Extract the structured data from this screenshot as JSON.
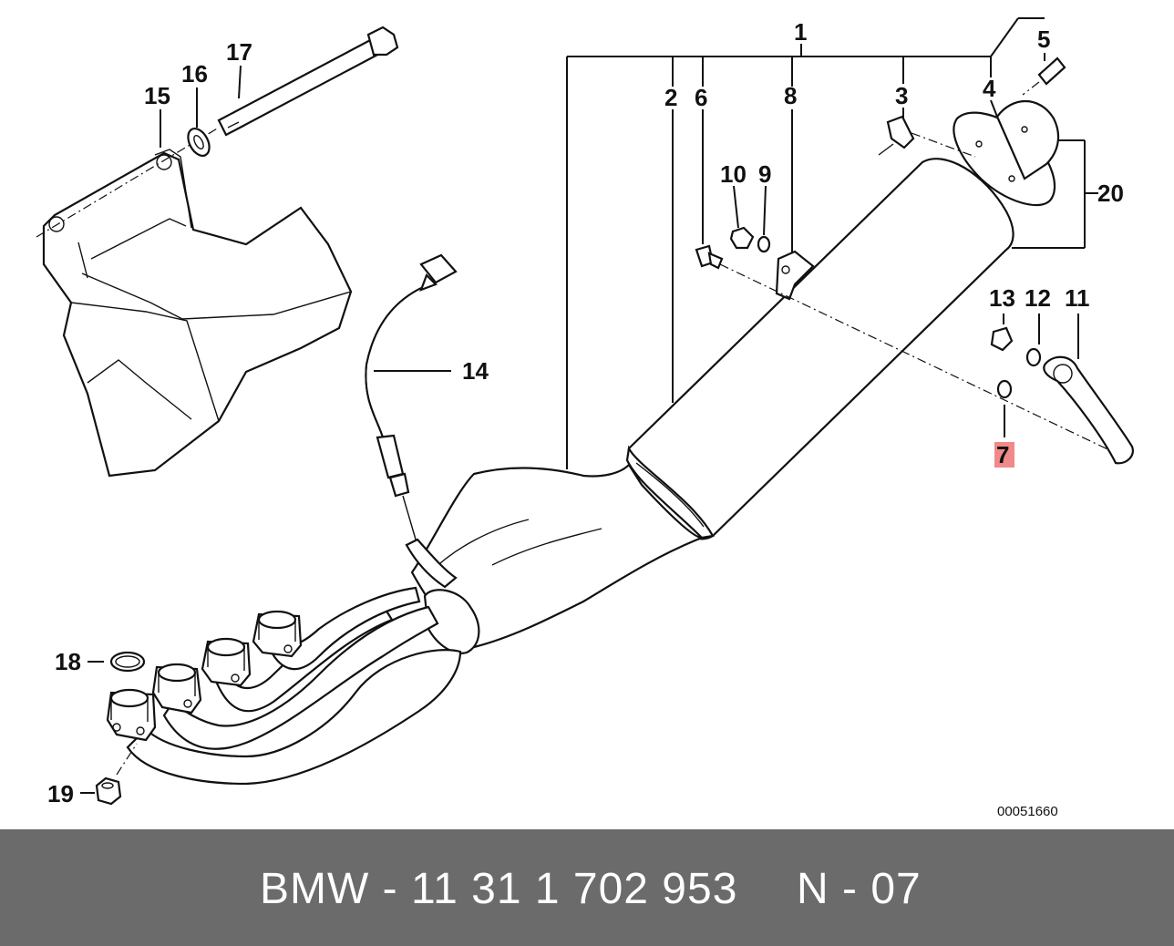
{
  "diagram": {
    "callouts": {
      "c1": "1",
      "c2": "2",
      "c3": "3",
      "c4": "4",
      "c5": "5",
      "c6": "6",
      "c7": "7",
      "c8": "8",
      "c9": "9",
      "c10": "10",
      "c11": "11",
      "c12": "12",
      "c13": "13",
      "c14": "14",
      "c15": "15",
      "c16": "16",
      "c17": "17",
      "c18": "18",
      "c19": "19",
      "c20": "20"
    },
    "highlighted_callout": "7",
    "highlight_color": "#f08a8a",
    "reference_number": "00051660"
  },
  "footer": {
    "part_number": "BMW - 11 31 1 702 953",
    "diagram_code": "N - 07",
    "background_color": "#6b6b6b",
    "text_color": "#ffffff"
  }
}
